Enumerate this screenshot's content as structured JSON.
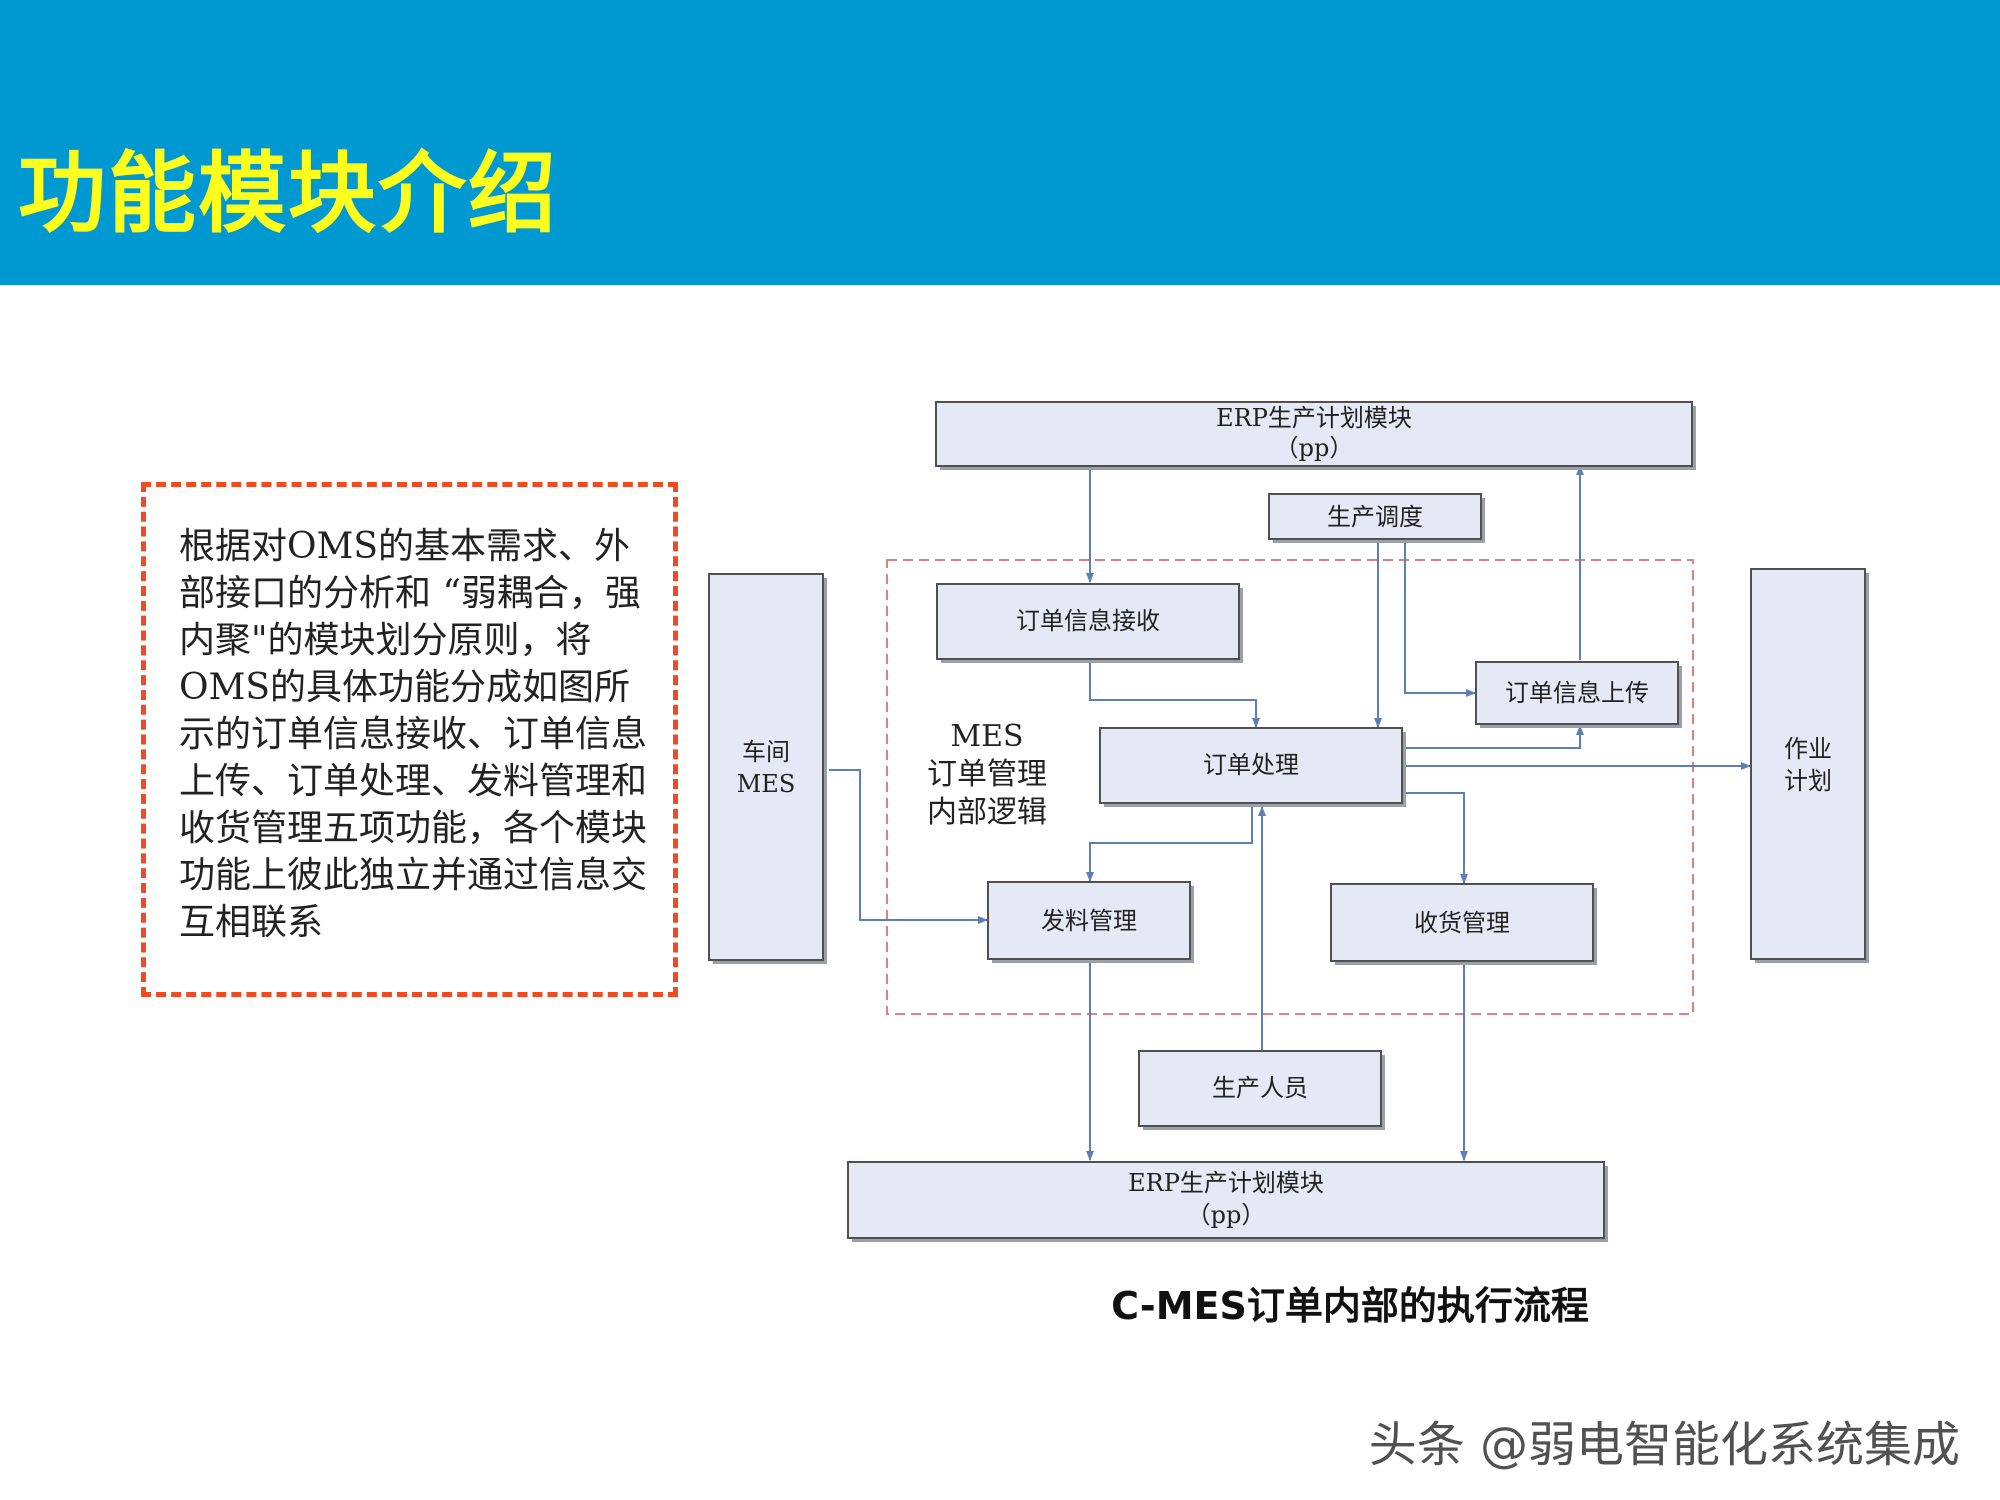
{
  "page": {
    "title": "功能模块介绍",
    "description": "根据对OMS的基本需求、外部接口的分析和 “弱耦合，强内聚\"的模块划分原则，将OMS的具体功能分成如图所示的订单信息接收、订单信息上传、订单处理、发料管理和收货管理五项功能，各个模块功能上彼此独立并通过信息交互相联系",
    "header_color": "#0098d1",
    "title_color": "#ffff1e",
    "border_color": "#f04a20"
  },
  "diagram": {
    "erp_top": {
      "line1": "ERP生产计划模块",
      "line2": "（pp）"
    },
    "erp_bottom": {
      "line1": "ERP生产计划模块",
      "line2": "（pp）"
    },
    "scheduling": "生产调度",
    "order_receive": "订单信息接收",
    "order_upload": "订单信息上传",
    "order_process": "订单处理",
    "material_issue": "发料管理",
    "goods_receipt": "收货管理",
    "workshop_mes": {
      "line1": "车间",
      "line2": "MES"
    },
    "job_plan": {
      "line1": "作业",
      "line2": "计划"
    },
    "production_staff": "生产人员",
    "mes_logic": {
      "line1": "MES",
      "line2": "订单管理",
      "line3": "内部逻辑"
    },
    "caption": "C-MES订单内部的执行流程"
  },
  "watermark": "头条 @弱电智能化系统集成"
}
